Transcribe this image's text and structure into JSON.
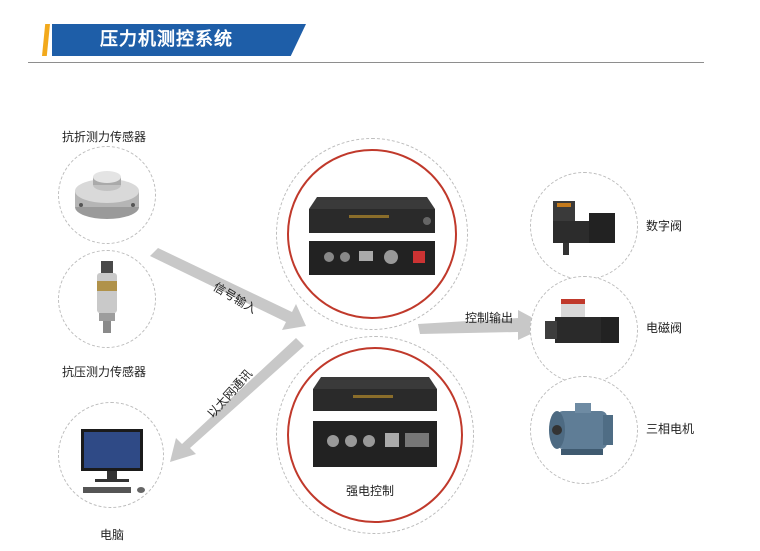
{
  "header": {
    "title": "压力机测控系统"
  },
  "inputs": {
    "bend_sensor": "抗折测力传感器",
    "press_sensor": "抗压测力传感器",
    "computer": "电脑"
  },
  "center": {
    "bottom_label": "强电控制"
  },
  "arrows": {
    "signal_in": "信号输入",
    "ethernet": "以太网通讯",
    "control_out": "控制输出"
  },
  "outputs": {
    "digital_valve": "数字阀",
    "solenoid_valve": "电磁阀",
    "motor": "三相电机"
  },
  "colors": {
    "header_blue": "#1e5ea8",
    "header_accent": "#f2a91c",
    "ring_red": "#c0392b",
    "arrow_gray": "#c4c4c4"
  }
}
